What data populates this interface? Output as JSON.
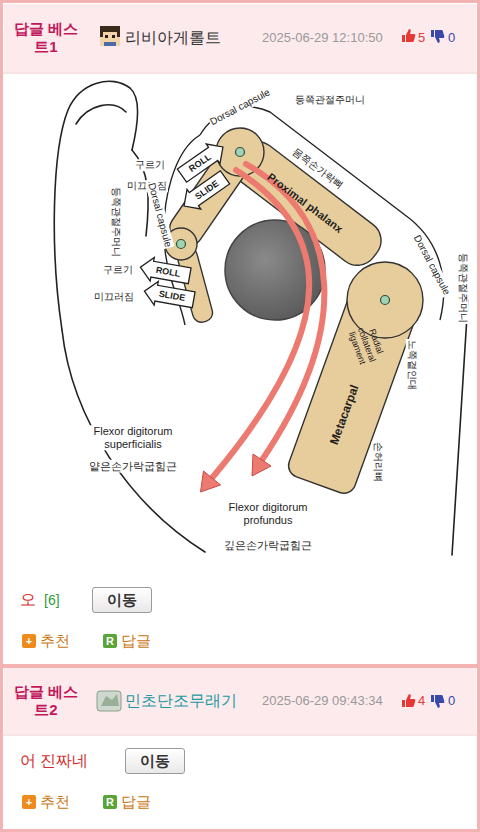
{
  "diagram": {
    "nodes": [
      {
        "text": [
          "답글 베스트1",
          "리비아게롤트",
          "2025-06-29 12:10:50",
          "5",
          "0"
        ]
      },
      {
        "text": [
          "이동"
        ]
      },
      {
        "text": [
          "답글 베스트2",
          "민초단조무래기",
          "2025-06-29 09:43:34",
          "4",
          "0"
        ]
      },
      {
        "text": [
          "이동"
        ]
      }
    ],
    "labels": [
      "등쪽관절주머니",
      "Dorsal capsule",
      "몸쪽손가락뼈",
      "Proximal phalanx",
      "구르기",
      "미끄러짐",
      "ROLL",
      "SLIDE",
      "Dorsal capsule",
      "등쪽관절주머니",
      "구르기",
      "미끄러짐",
      "ROLL",
      "SLIDE",
      "Flexor digitorum superficialis",
      "얕은손가락굽힘근",
      "Flexor digitorum profundus",
      "깊은손가락굽힘근",
      "Dorsal capsule",
      "등쪽관절주머니",
      "Radial collateral ligament",
      "노쪽곁인대",
      "Metacarpal",
      "손허리뼈",
      "오",
      "[6]",
      "+",
      "추천",
      "R",
      "답글",
      "어 진짜네",
      "+",
      "추천",
      "R",
      "답글"
    ]
  }
}
